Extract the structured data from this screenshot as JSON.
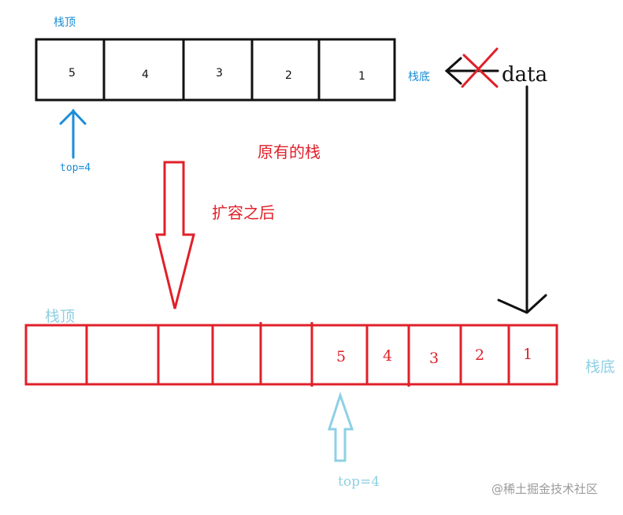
{
  "colors": {
    "black": "#111111",
    "red": "#e0202a",
    "blue": "#1a8ed8",
    "light_blue": "#8fd0e4",
    "watermark": "#9a9a9a"
  },
  "original_stack": {
    "top_label": "栈顶",
    "bottom_label": "栈底",
    "cells": [
      "5",
      "4",
      "3",
      "2",
      "1"
    ],
    "top_pointer": "top=4"
  },
  "incoming": {
    "data_label": "data",
    "blocked_mark": "x-mark"
  },
  "captions": {
    "original": "原有的栈",
    "after_expand": "扩容之后"
  },
  "expanded_stack": {
    "top_label": "栈顶",
    "bottom_label": "栈底",
    "cells": [
      "",
      "",
      "",
      "",
      "",
      "5",
      "4",
      "3",
      "2",
      "1"
    ],
    "top_pointer": "top=4"
  },
  "watermark": "@稀土掘金技术社区"
}
